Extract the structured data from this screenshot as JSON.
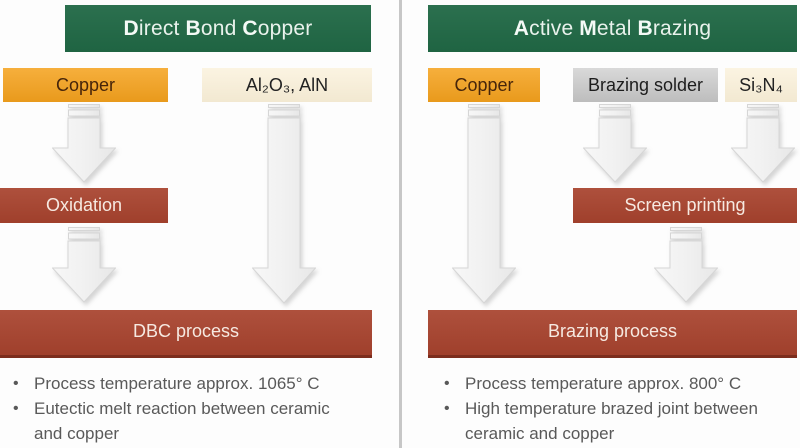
{
  "left": {
    "title": "Direct Bond Copper",
    "title_words": [
      "Direct",
      "Bond",
      "Copper"
    ],
    "material_1": "Copper",
    "material_2": "Al₂O₃, AlN",
    "step": "Oxidation",
    "process": "DBC process",
    "bullets": [
      "Process temperature approx. 1065° C",
      "Eutectic melt reaction between ceramic and copper"
    ]
  },
  "right": {
    "title": "Active Metal Brazing",
    "title_words": [
      "Active",
      "Metal",
      "Brazing"
    ],
    "material_1": "Copper",
    "material_2": "Brazing solder",
    "material_3": "Si₃N₄",
    "step": "Screen printing",
    "process": "Brazing process",
    "bullets": [
      "Process temperature approx. 800° C",
      "High temperature brazed joint between ceramic and copper"
    ]
  },
  "colors": {
    "header_green": "#206845",
    "copper_orange": "#F5A21D",
    "ceramic_cream": "#FAF0D8",
    "solder_gray": "#C9C9C9",
    "process_brick": "#A8432E",
    "note_text_gray": "#595959"
  }
}
